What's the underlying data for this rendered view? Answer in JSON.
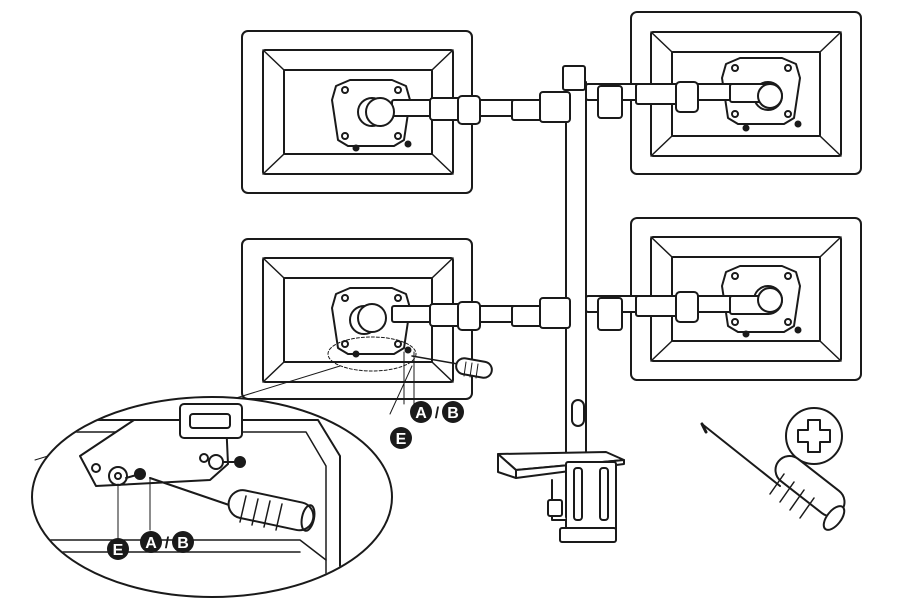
{
  "colors": {
    "line": "#1a1a1a",
    "fill": "#ffffff",
    "badge": "#1a1a1a",
    "badge_text": "#ffffff"
  },
  "callouts": {
    "upper": {
      "part_a": "A",
      "separator": "/",
      "part_b": "B",
      "part_e": "E"
    },
    "detail": {
      "part_a": "A",
      "separator": "/",
      "part_b": "B",
      "part_e": "E"
    }
  },
  "icons": {
    "phillips": "phillips-screwdriver-icon",
    "screwdriver": "screwdriver-icon"
  }
}
